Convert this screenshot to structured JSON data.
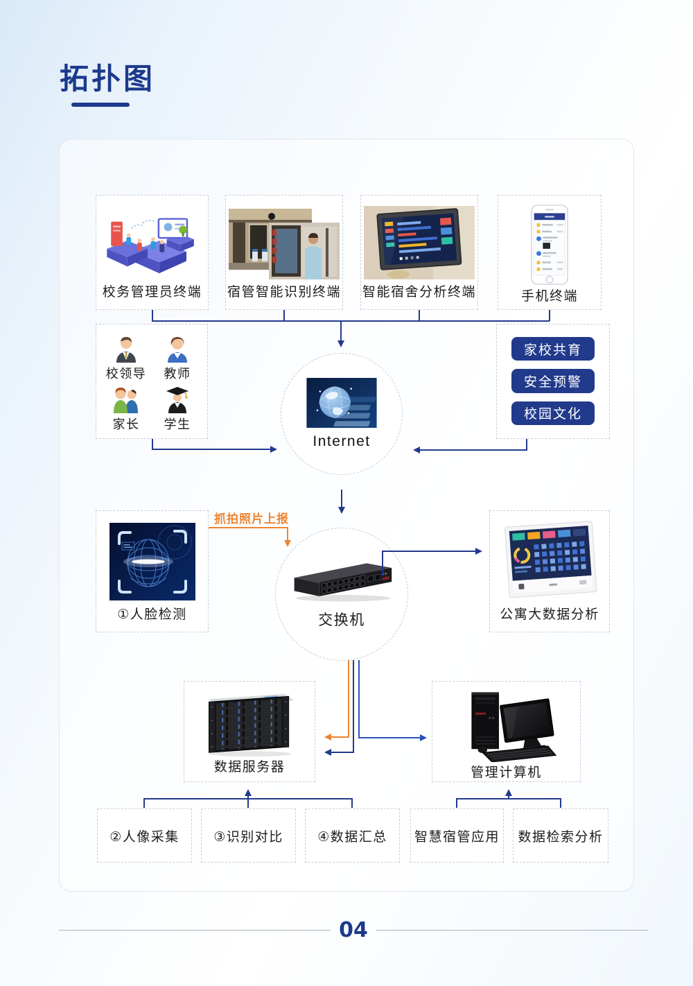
{
  "page": {
    "title": "拓扑图",
    "page_number": "04"
  },
  "diagram": {
    "top_terminals": [
      {
        "label": "校务管理员终端",
        "icon": "admin-terminal-illustration"
      },
      {
        "label": "宿管智能识别终端",
        "icon": "dorm-gate-photo"
      },
      {
        "label": "智能宿舍分析终端",
        "icon": "wall-display-photo"
      },
      {
        "label": "手机终端",
        "icon": "smartphone-app"
      }
    ],
    "users": [
      {
        "label": "校领导",
        "icon": "leader-person"
      },
      {
        "label": "教师",
        "icon": "teacher-person"
      },
      {
        "label": "家长",
        "icon": "parents-people"
      },
      {
        "label": "学生",
        "icon": "student-graduate"
      }
    ],
    "internet": {
      "label": "Internet",
      "icon": "globe-keyboard"
    },
    "services": [
      {
        "label": "家校共育"
      },
      {
        "label": "安全预警"
      },
      {
        "label": "校园文化"
      }
    ],
    "capture_label": "抓拍照片上报",
    "face_detection": {
      "label": "①人脸检测",
      "icon": "face-scan"
    },
    "switch": {
      "label": "交换机",
      "icon": "network-switch"
    },
    "big_data": {
      "label": "公寓大数据分析",
      "icon": "dashboard-monitor"
    },
    "data_server": {
      "label": "数据服务器",
      "icon": "server-rack"
    },
    "management_computer": {
      "label": "管理计算机",
      "icon": "desktop-computer"
    },
    "bottom_left_steps": [
      {
        "label": "②人像采集"
      },
      {
        "label": "③识别对比"
      },
      {
        "label": "④数据汇总"
      }
    ],
    "bottom_right_steps": [
      {
        "label": "智慧宿管应用"
      },
      {
        "label": "数据检索分析"
      }
    ],
    "colors": {
      "navy": "#223a8c",
      "orange": "#ee8430",
      "blue": "#2a52be",
      "line_gray": "#a9b6c3"
    }
  }
}
